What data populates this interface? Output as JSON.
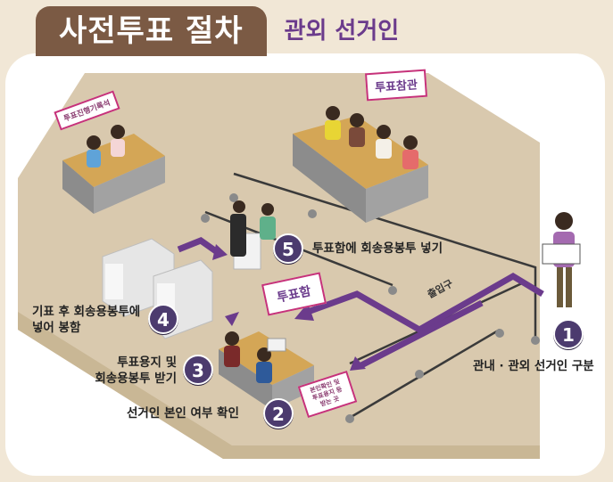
{
  "header": {
    "title": "사전투표 절차",
    "subtitle": "관외 선거인"
  },
  "signs": {
    "record_desk": "투표진행기록석",
    "observers": "투표참관",
    "ballot_box": "투표함",
    "verification": "본인확인 및\n투표용지 등 받는 곳",
    "exit": "출입구"
  },
  "steps": [
    {
      "number": "1",
      "label": "관내 · 관외 선거인 구분"
    },
    {
      "number": "2",
      "label": "선거인 본인 여부 확인"
    },
    {
      "number": "3",
      "label": "투표용지 및\n회송용봉투 받기"
    },
    {
      "number": "4",
      "label": "기표 후 회송용봉투에\n넣어 봉함"
    },
    {
      "number": "5",
      "label": "투표함에 회송용봉투 넣기"
    }
  ],
  "colors": {
    "background": "#f1e7d6",
    "floor": "#d9c9ae",
    "title_box": "#7b5a44",
    "subtitle": "#6b3b8c",
    "arrow": "#6b3b8c",
    "step_circle": "#4c3b6e",
    "sign_border": "#c6327a"
  }
}
